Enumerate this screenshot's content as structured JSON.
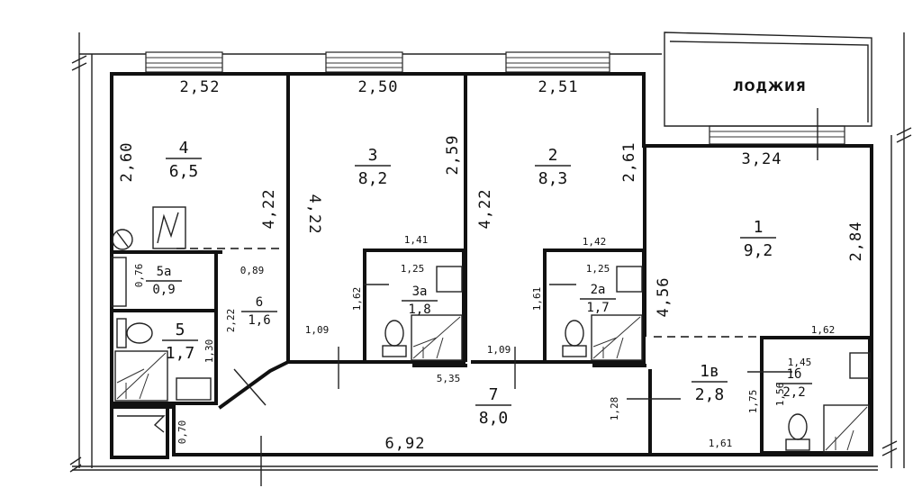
{
  "loggia_label": "ЛОДЖИЯ",
  "rooms": [
    {
      "id": "4",
      "area": "6,5"
    },
    {
      "id": "3",
      "area": "8,2"
    },
    {
      "id": "2",
      "area": "8,3"
    },
    {
      "id": "1",
      "area": "9,2"
    },
    {
      "id": "5а",
      "area": "0,9"
    },
    {
      "id": "6",
      "area": "1,6"
    },
    {
      "id": "5",
      "area": "1,7"
    },
    {
      "id": "3а",
      "area": "1,8"
    },
    {
      "id": "2а",
      "area": "1,7"
    },
    {
      "id": "7",
      "area": "8,0"
    },
    {
      "id": "1в",
      "area": "2,8"
    },
    {
      "id": "1б",
      "area": "2,2"
    }
  ],
  "dimensions": {
    "r4_top": "2,52",
    "r4_left": "2,60",
    "r4_right": "4,22",
    "r3_top": "2,50",
    "r3_left": "4,22",
    "r3_right": "2,59",
    "r2_top": "2,51",
    "r2_left": "4,22",
    "r2_right": "2,61",
    "r1_top": "3,24",
    "r1_right": "2,84",
    "r1_left": "4,56",
    "r5a_side": "0,76",
    "r6_top": "0,89",
    "r6_side": "2,22",
    "r5_side": "1,30",
    "wc_side": "0,70",
    "r3a_top": "1,41",
    "r3a_inner": "1,25",
    "r3a_side": "1,62",
    "r3_bottom": "1,09",
    "r2a_top": "1,42",
    "r2a_inner": "1,25",
    "r2a_side": "1,61",
    "r2_bottom": "1,09",
    "corr_mid": "5,35",
    "corr_bottom": "6,92",
    "corr_side": "1,28",
    "r1b_top": "1,62",
    "r1b_inner": "1,45",
    "r1b_side": "1,56",
    "r1v_side": "1,75",
    "r1v_bottom": "1,61"
  }
}
